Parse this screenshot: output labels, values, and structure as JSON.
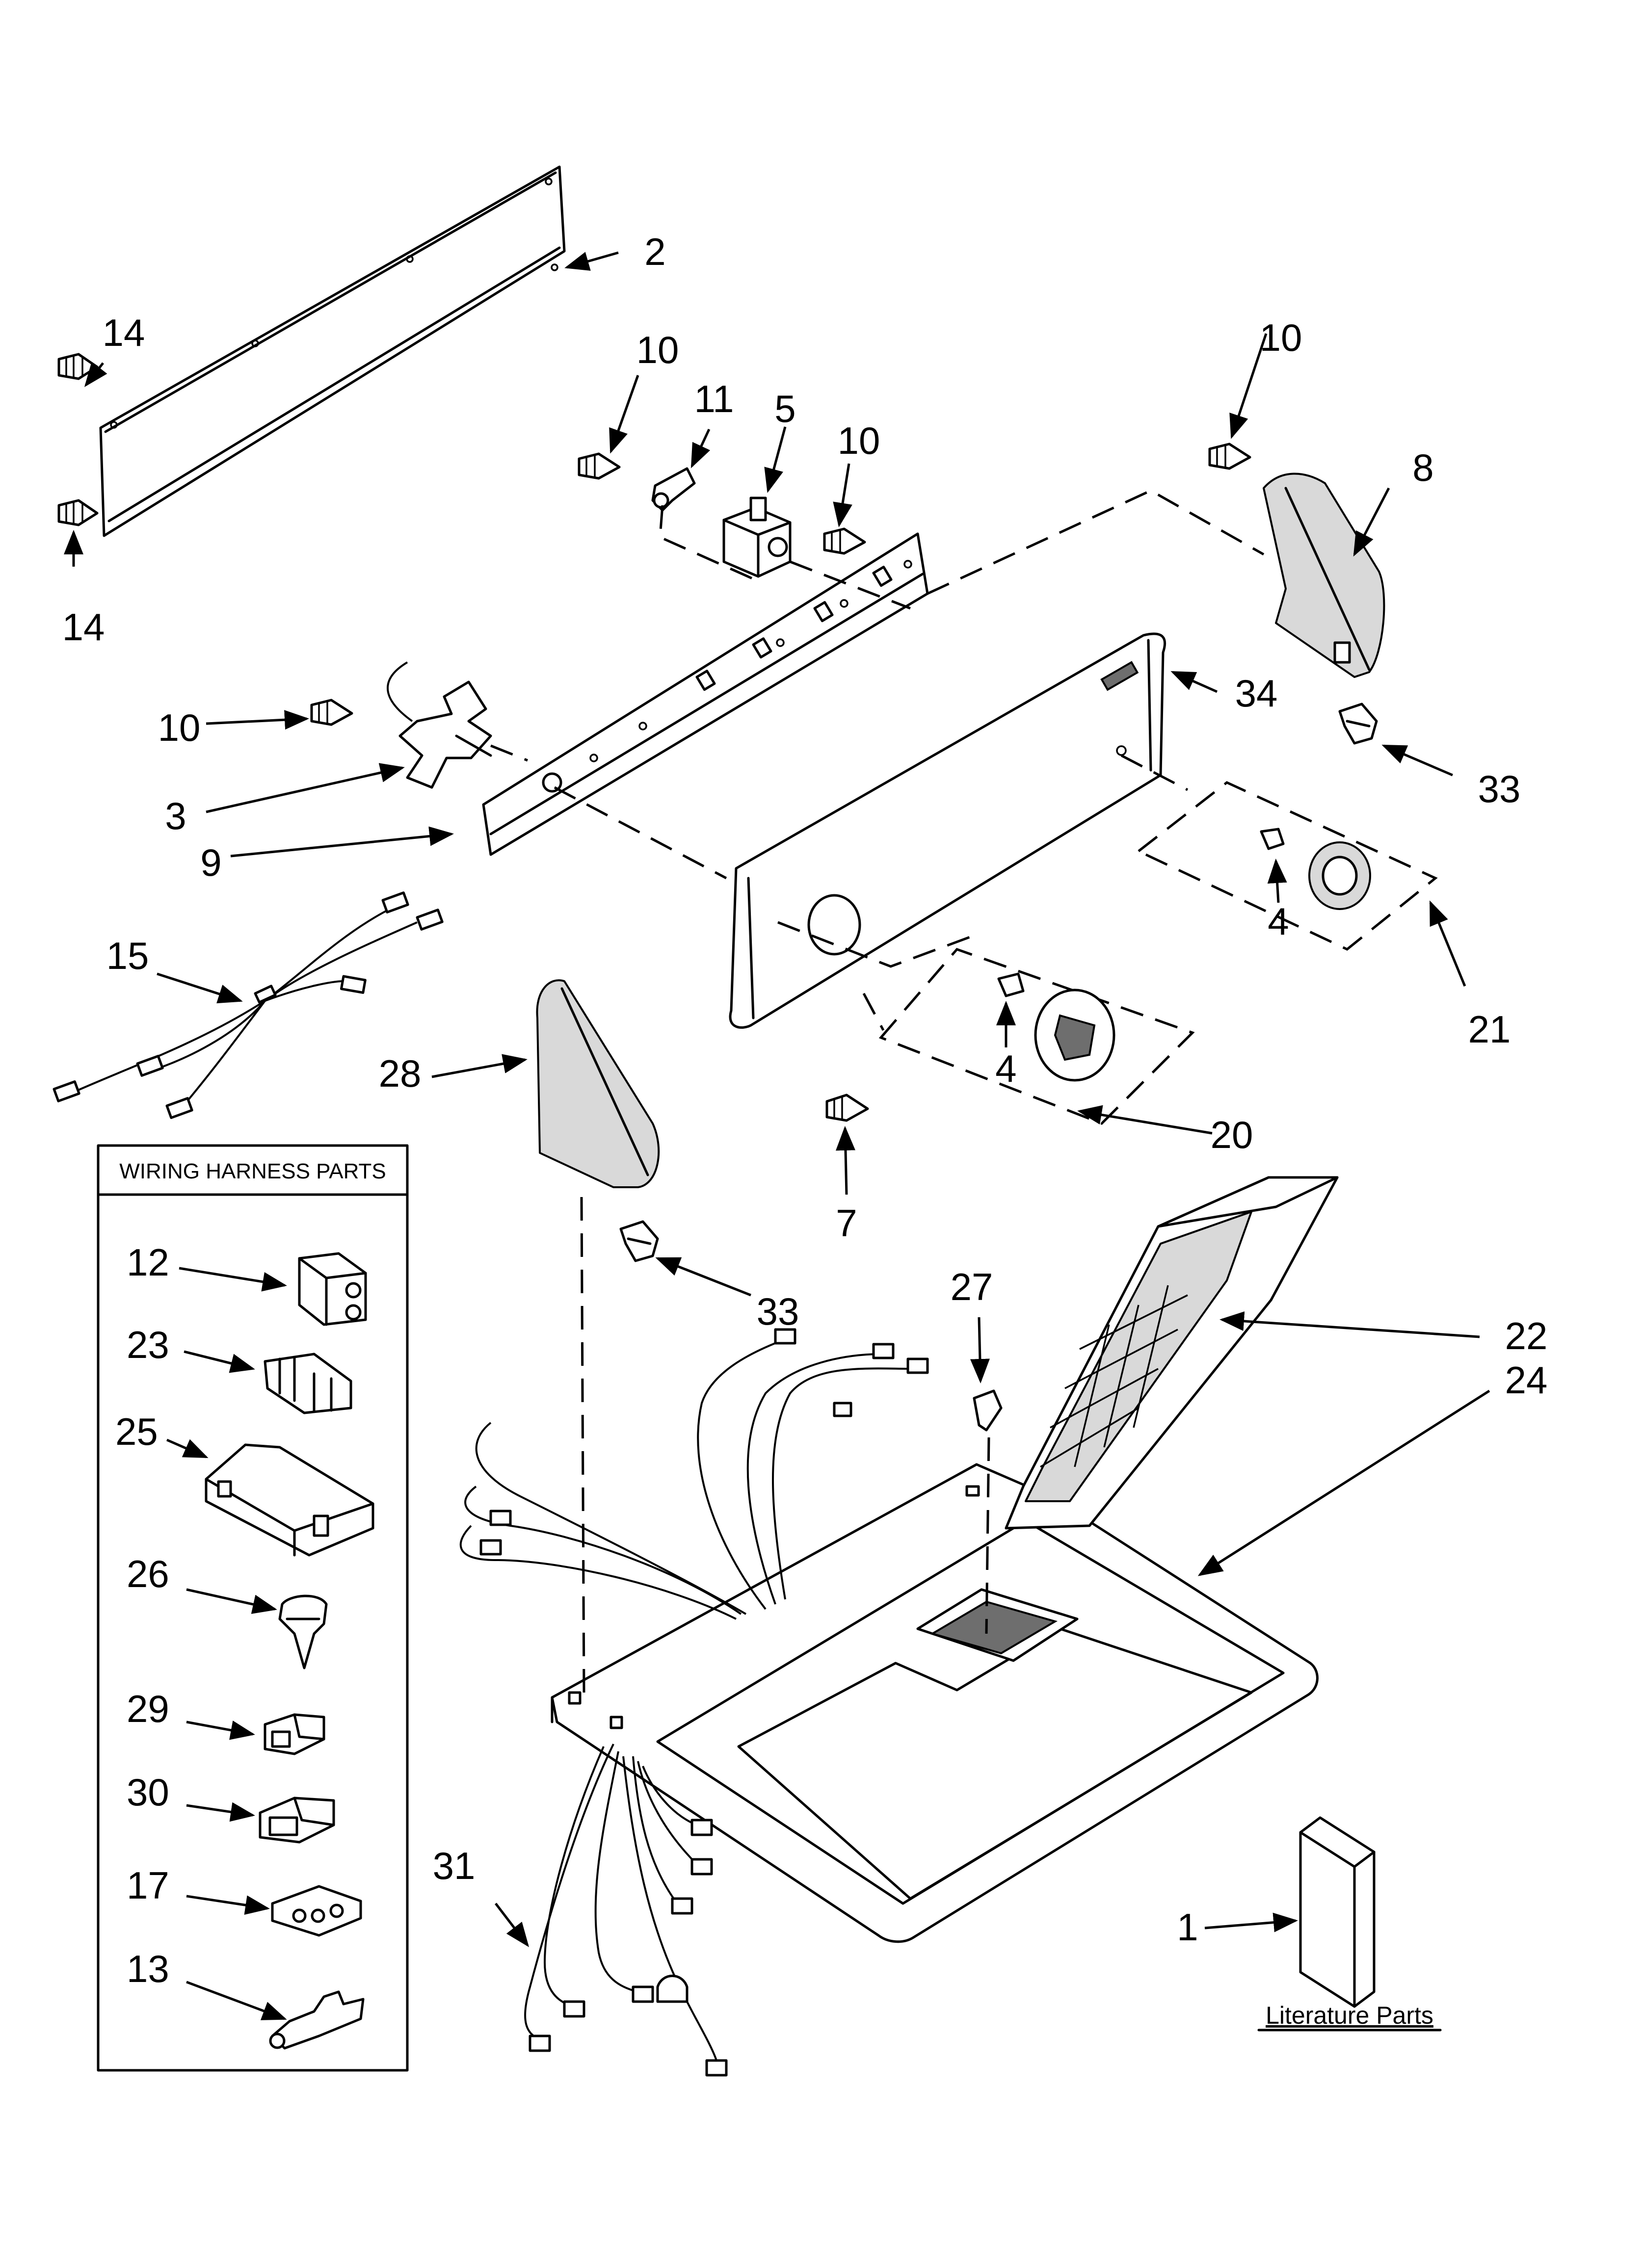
{
  "wiring_box": {
    "title": "WIRING HARNESS PARTS",
    "items": [
      "12",
      "23",
      "25",
      "26",
      "29",
      "30",
      "17",
      "13"
    ]
  },
  "literature": {
    "label": "Literature Parts",
    "callout": "1"
  },
  "callouts": {
    "c2": "2",
    "c14a": "14",
    "c14b": "14",
    "c10a": "10",
    "c11": "11",
    "c5": "5",
    "c10b": "10",
    "c10c": "10",
    "c8": "8",
    "c10d": "10",
    "c3": "3",
    "c9": "9",
    "c34": "34",
    "c33a": "33",
    "c15": "15",
    "c4a": "4",
    "c21": "21",
    "c28": "28",
    "c4b": "4",
    "c20": "20",
    "c7": "7",
    "c33b": "33",
    "c27": "27",
    "c22": "22",
    "c24": "24",
    "c31": "31"
  }
}
